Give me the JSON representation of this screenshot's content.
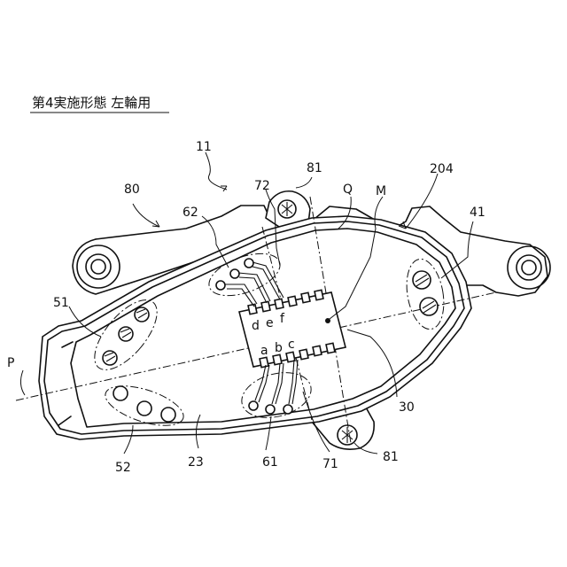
{
  "title": "第4実施形態 左輪用",
  "labels": {
    "l11": "11",
    "l81_top": "81",
    "l72": "72",
    "lQ": "Q",
    "lM": "M",
    "l204": "204",
    "l80": "80",
    "l62": "62",
    "l41": "41",
    "l51": "51",
    "lP": "P",
    "l30": "30",
    "l52": "52",
    "l23": "23",
    "l61": "61",
    "l71": "71",
    "l81_bottom": "81"
  },
  "pins": {
    "a": "a",
    "b": "b",
    "c": "c",
    "d": "d",
    "e": "e",
    "f": "f"
  }
}
